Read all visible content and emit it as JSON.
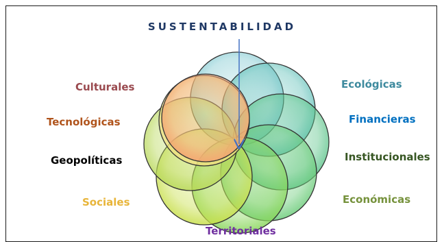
{
  "title": "SUSTENTABILIDAD",
  "labels": {
    "culturales": "Culturales",
    "tecnologicas": "Tecnológicas",
    "geopoliticas": "Geopolíticas",
    "sociales": "Sociales",
    "territoriales": "Territoriales",
    "ecologicas": "Ecológicas",
    "financieras": "Financieras",
    "institucionales": "Institucionales",
    "economicas": "Económicas"
  },
  "colors": {
    "culturales": "#9a4a4f",
    "tecnologicas": "#b0541c",
    "geopoliticas": "#000000",
    "sociales": "#e8b53a",
    "territoriales": "#7030a0",
    "ecologicas": "#3e8a9e",
    "financieras": "#0070c0",
    "institucionales": "#375623",
    "economicas": "#76923c",
    "title": "#1f3864",
    "arrow": "#4472c4"
  },
  "circles": [
    {
      "name": "circle-ecologicas",
      "color": "#7ec8d0"
    },
    {
      "name": "circle-financieras",
      "color": "#5fc0b8"
    },
    {
      "name": "circle-institucionales",
      "color": "#5cc48a"
    },
    {
      "name": "circle-economicas",
      "color": "#6ccc7a"
    },
    {
      "name": "circle-territoriales",
      "color": "#88d65a"
    },
    {
      "name": "circle-sociales",
      "color": "#c8df4a"
    },
    {
      "name": "circle-geopoliticas",
      "color": "#b8d858"
    },
    {
      "name": "circle-tecnologicas",
      "color": "#f0e080"
    },
    {
      "name": "circle-culturales",
      "color": "#f4a070"
    }
  ]
}
